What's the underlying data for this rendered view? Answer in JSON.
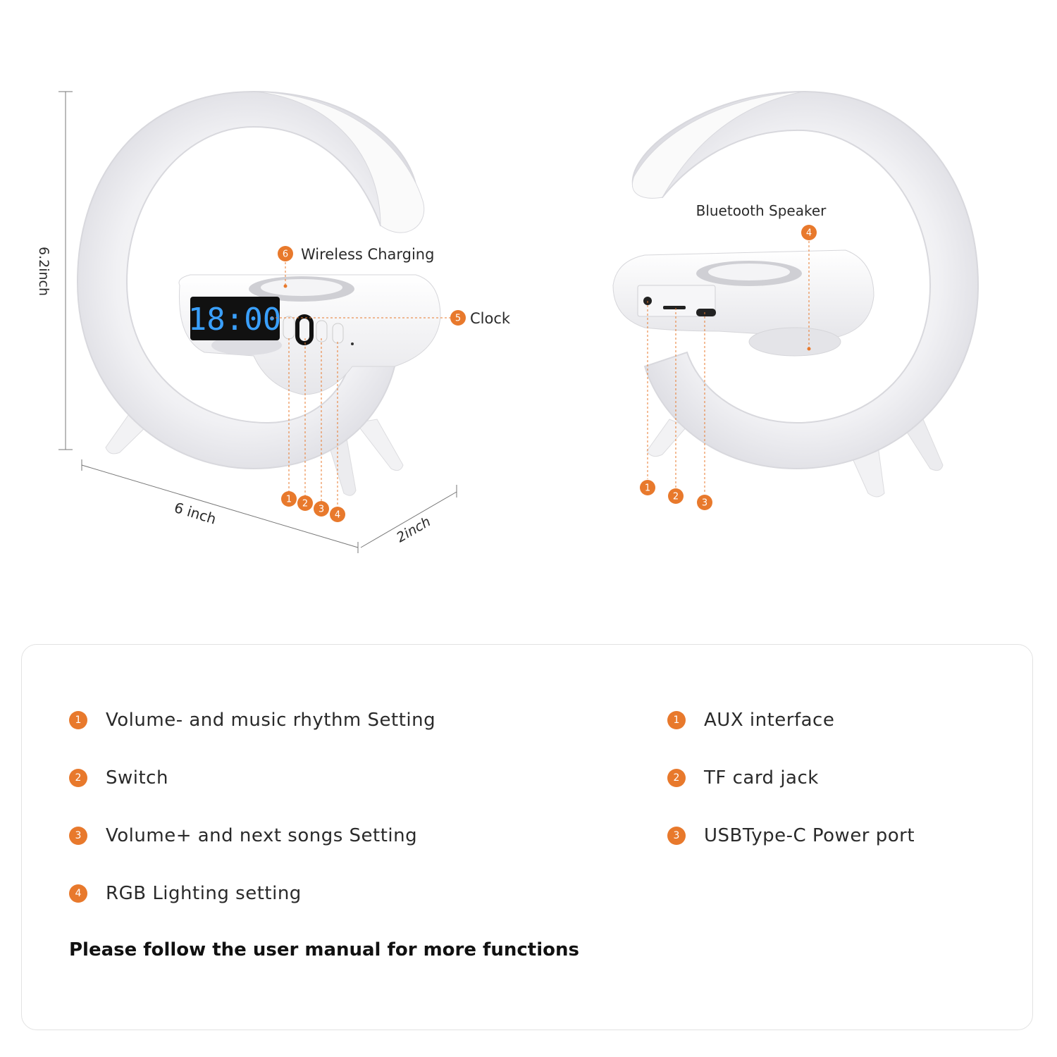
{
  "colors": {
    "accent": "#e8792c",
    "display_digits": "#3aa0ff",
    "display_bg": "#111111"
  },
  "front_view": {
    "clock_display": "18:00",
    "callouts": [
      {
        "num": "6",
        "label": "Wireless Charging"
      },
      {
        "num": "5",
        "label": "Clock"
      }
    ],
    "button_badges": [
      "1",
      "2",
      "3",
      "4"
    ],
    "dimensions": {
      "height": "6.2inch",
      "width": "6 inch",
      "depth": "2inch"
    }
  },
  "back_view": {
    "callouts": [
      {
        "num": "4",
        "label": "Bluetooth Speaker"
      }
    ],
    "port_badges": [
      "1",
      "2",
      "3"
    ]
  },
  "legend": {
    "left": [
      {
        "num": "1",
        "text": "Volume- and music rhythm Setting"
      },
      {
        "num": "2",
        "text": "Switch"
      },
      {
        "num": "3",
        "text": "Volume+ and next songs Setting"
      },
      {
        "num": "4",
        "text": "RGB Lighting setting"
      }
    ],
    "right": [
      {
        "num": "1",
        "text": "AUX interface"
      },
      {
        "num": "2",
        "text": "TF card jack"
      },
      {
        "num": "3",
        "text": "USBType-C Power port"
      }
    ],
    "note": "Please follow the user manual for more functions"
  }
}
